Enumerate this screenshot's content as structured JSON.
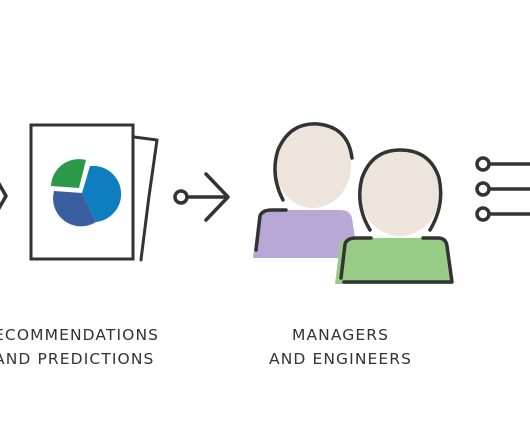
{
  "captions": {
    "recommendations": {
      "line1": "ECOMMENDATIONS",
      "line2": "AND PREDICTIONS"
    },
    "people": {
      "line1": "MANAGERS",
      "line2": "AND ENGINEERS"
    }
  },
  "colors": {
    "stroke": "#333333",
    "pie_green": "#2a9a4a",
    "pie_blue": "#0f7ec0",
    "pie_navy": "#3a5fa0",
    "shirt_purple": "#b7a8d6",
    "shirt_green": "#98cc86",
    "face_beige": "#ede5dc"
  },
  "icons": {
    "arrow_left": "arrow-right-icon",
    "document": "report-document-icon",
    "pie": "pie-chart-icon",
    "arrow_mid": "connector-arrow-icon",
    "people": "people-icon",
    "outputs": "output-lines-icon"
  }
}
